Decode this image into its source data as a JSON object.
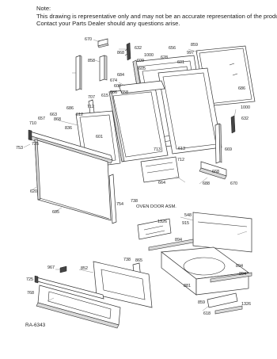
{
  "note": {
    "heading": "Note:",
    "line1": "This drawing is representative only and may not be an accurate representation of the product.",
    "line2": "Contact your Parts Dealer should any questions arise."
  },
  "section_label": "OVEN DOOR ASM.",
  "reference_code": "RA-6343",
  "part_numbers": [
    "670",
    "858",
    "632",
    "1000",
    "628",
    "656",
    "997",
    "859",
    "686",
    "868",
    "609",
    "605",
    "601",
    "674",
    "684",
    "707",
    "600",
    "615",
    "686",
    "658",
    "686",
    "712",
    "663",
    "657",
    "710",
    "753",
    "725",
    "868",
    "612",
    "836",
    "601",
    "666",
    "669",
    "664",
    "713",
    "613",
    "712",
    "1000",
    "1000",
    "632",
    "668",
    "688",
    "670",
    "620",
    "695",
    "754",
    "738",
    "548",
    "1326",
    "915",
    "894",
    "894",
    "738",
    "865",
    "852",
    "967",
    "725",
    "768",
    "859",
    "618",
    "1326",
    "881",
    "894"
  ]
}
